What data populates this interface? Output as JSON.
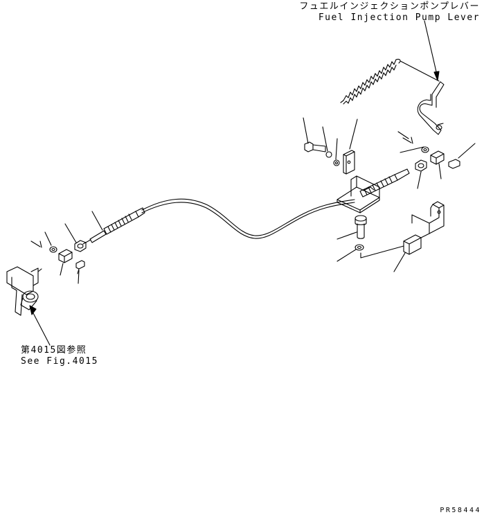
{
  "lever_label": {
    "jp": "フュエルインジェクションポンプレバー",
    "en": "Fuel Injection Pump Lever"
  },
  "ref_label": {
    "jp": "第4015図参照",
    "en": "See Fig.4015"
  },
  "diagram_code": "PR58444"
}
